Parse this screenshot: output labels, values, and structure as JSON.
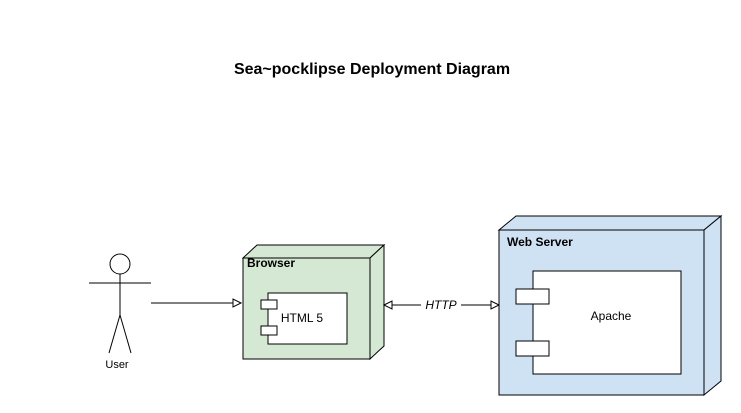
{
  "diagram": {
    "title": "Sea~pocklipse Deployment Diagram",
    "actor": {
      "label": "User"
    },
    "browser_node": {
      "label": "Browser",
      "fill": "#d5e8d4",
      "component": {
        "label": "HTML 5"
      }
    },
    "web_server_node": {
      "label": "Web Server",
      "fill": "#cfe2f3",
      "component": {
        "label": "Apache"
      }
    },
    "connections": [
      {
        "from": "User",
        "to": "Browser",
        "label": ""
      },
      {
        "from": "Browser",
        "to": "Web Server",
        "label": "HTTP"
      }
    ],
    "stroke_color": "#000000"
  }
}
